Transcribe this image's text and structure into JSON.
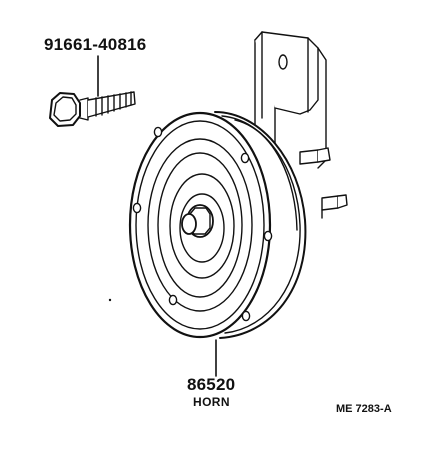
{
  "callouts": {
    "bolt": {
      "part_number": "91661-40816"
    },
    "horn": {
      "part_number": "86520",
      "part_name": "HORN"
    }
  },
  "reference_code": "ME 7283-A",
  "colors": {
    "ink": "#111111",
    "paper": "#ffffff"
  }
}
